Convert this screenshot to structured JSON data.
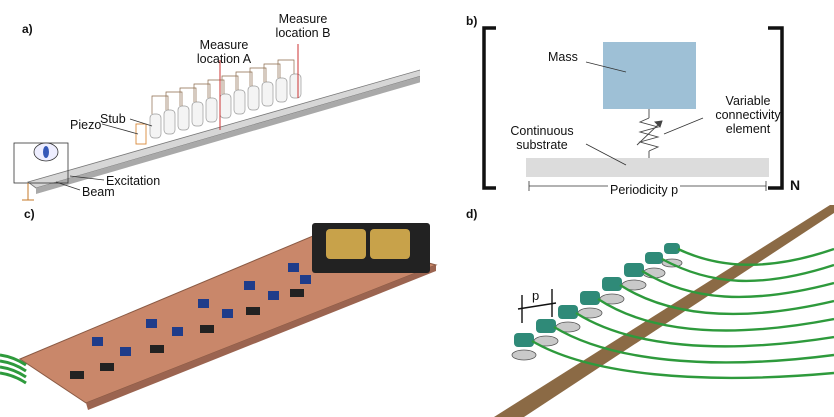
{
  "panel_a": {
    "label": "a)",
    "measure_b": [
      "Measure",
      "location B"
    ],
    "measure_a": [
      "Measure",
      "location A"
    ],
    "stub": "Stub",
    "piezo": "Piezo",
    "excitation": "Excitation",
    "beam": "Beam"
  },
  "panel_b": {
    "label": "b)",
    "mass": "Mass",
    "variable": [
      "Variable",
      "connectivity",
      "element"
    ],
    "continuous": [
      "Continuous",
      "substrate"
    ],
    "periodicity": "Periodicity p",
    "n": "N"
  },
  "panel_c": {
    "label": "c)"
  },
  "panel_d": {
    "label": "d)",
    "p": "p"
  },
  "colors": {
    "mass": "#9ec0d6",
    "substrate": "#dcdcdc",
    "pcb": "#c9876a",
    "wire": "#2e9a3c",
    "beam": "#8b6a45",
    "accent": "#d44"
  }
}
